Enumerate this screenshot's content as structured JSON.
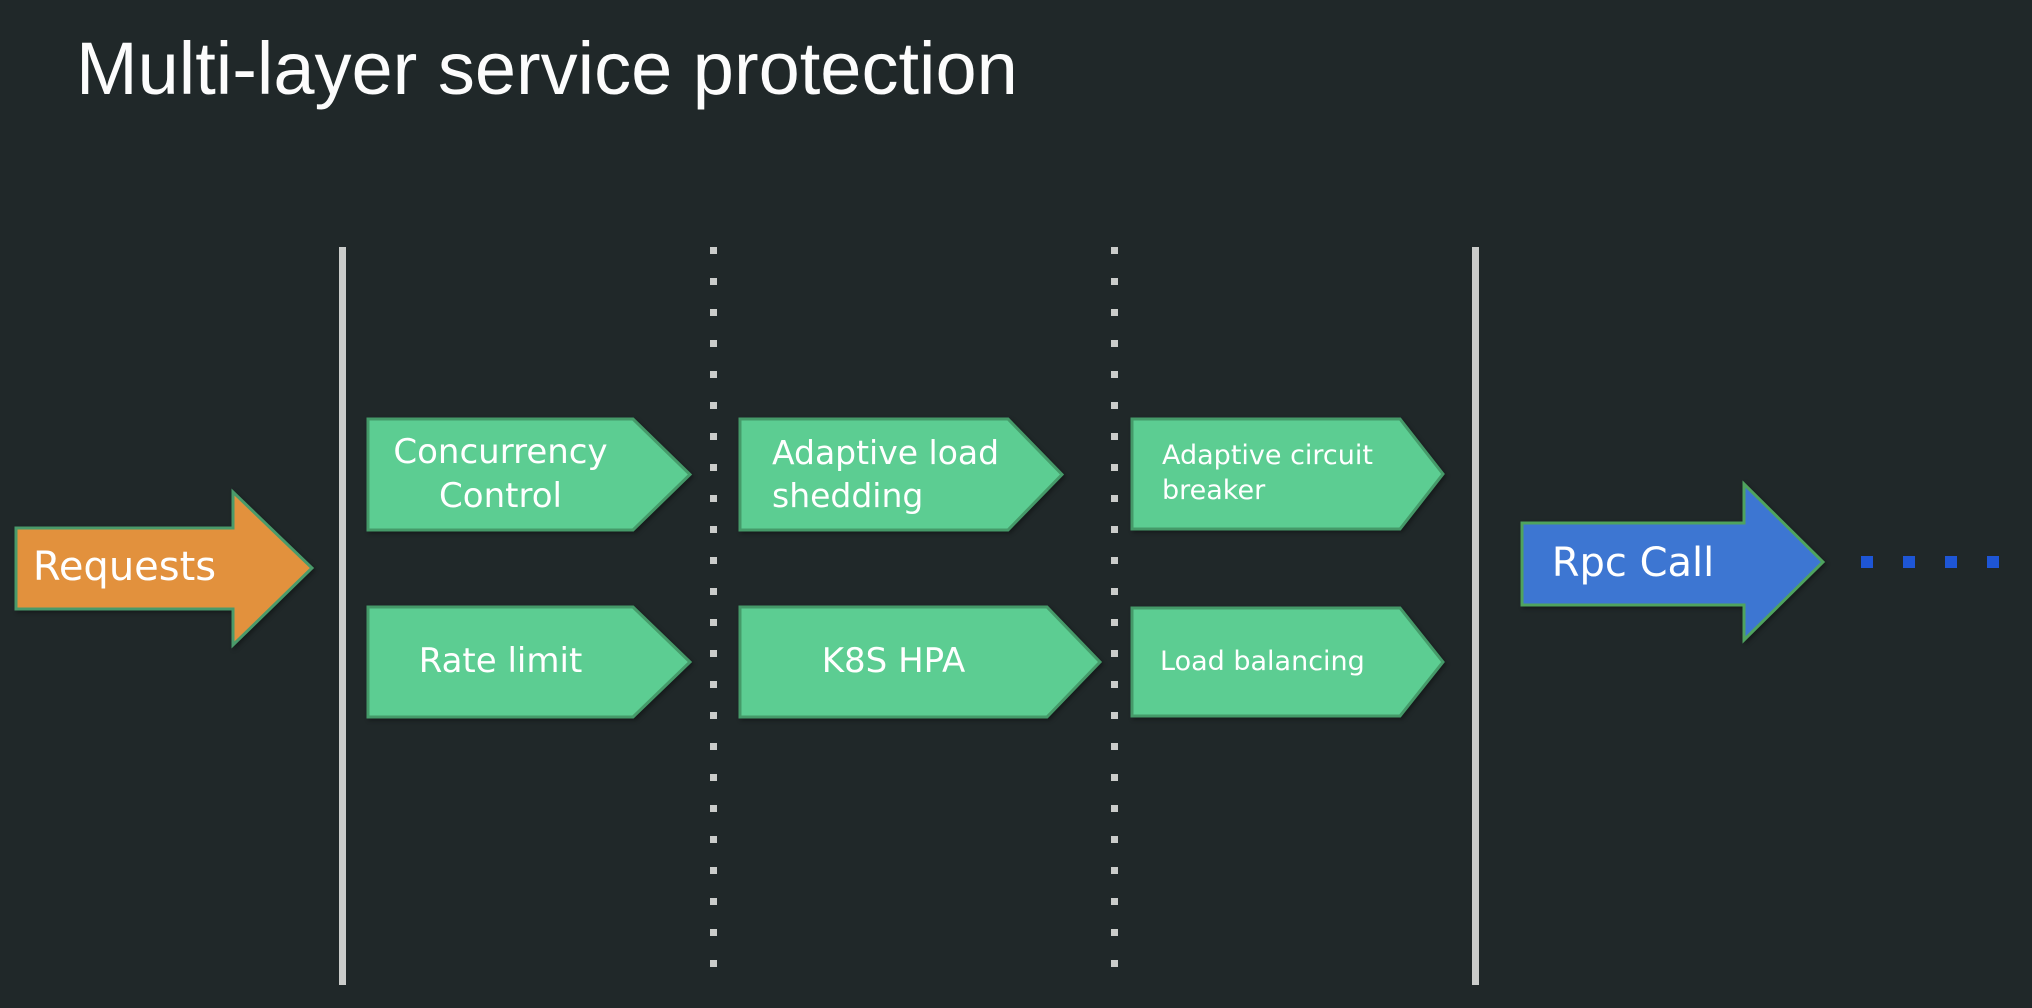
{
  "title": "Multi-layer service protection",
  "input_arrow": {
    "label": "Requests"
  },
  "output_arrow": {
    "label": "Rpc Call"
  },
  "layers": [
    {
      "items": [
        {
          "label": "Concurrency Control"
        },
        {
          "label": "Rate limit"
        }
      ]
    },
    {
      "items": [
        {
          "label": "Adaptive load shedding"
        },
        {
          "label": "K8S HPA"
        }
      ]
    },
    {
      "items": [
        {
          "label": "Adaptive circuit breaker"
        },
        {
          "label": "Load balancing"
        }
      ]
    }
  ],
  "colors": {
    "bg": "#202829",
    "title_color": "#fcfcfc",
    "shape_green": "#5ccd92",
    "shape_border": "#459a69",
    "arrow_orange": "#e2913d",
    "arrow_orange_border": "#4a9a6a",
    "arrow_blue": "#3d76d2",
    "arrow_blue_border": "#4fa35e",
    "dot_blue": "#1e56d6",
    "line_gray": "#caccca"
  }
}
